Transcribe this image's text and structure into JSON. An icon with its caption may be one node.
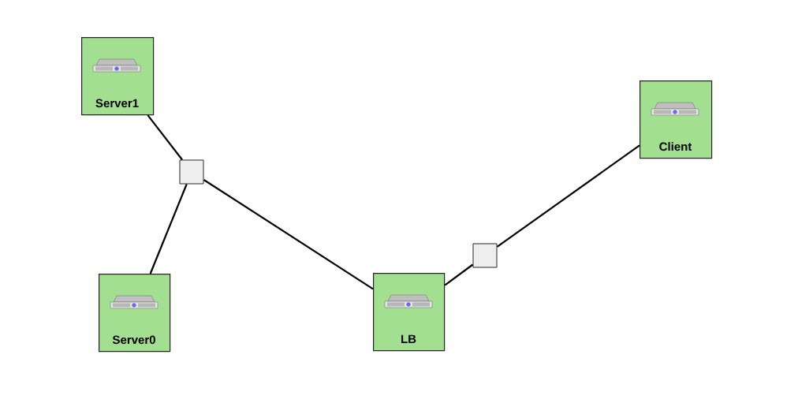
{
  "diagram": {
    "nodes": [
      {
        "text": [
          "Server1"
        ]
      },
      {
        "text": [
          "Client"
        ]
      },
      {
        "text": [],
        "shape": "box"
      },
      {
        "text": [],
        "shape": "box"
      },
      {
        "text": [
          "Server0"
        ]
      },
      {
        "text": [
          "LB"
        ]
      }
    ],
    "edges": [
      {
        "from": 0,
        "to": 2,
        "arrow": "none"
      },
      {
        "from": 2,
        "to": 4,
        "arrow": "none"
      },
      {
        "from": 2,
        "to": 5,
        "arrow": "none"
      },
      {
        "from": 5,
        "to": 3,
        "arrow": "none"
      },
      {
        "from": 3,
        "to": 1,
        "arrow": "none"
      }
    ]
  }
}
